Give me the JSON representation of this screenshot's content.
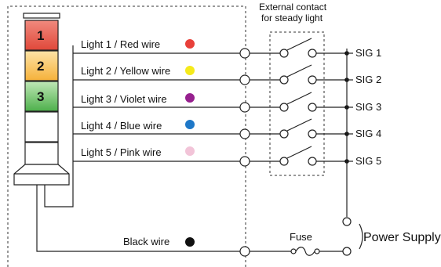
{
  "header": {
    "external_contact_line1": "External contact",
    "external_contact_line2": "for steady light"
  },
  "tower": {
    "tiers": [
      {
        "label": "1",
        "color_top": "#f08a7e",
        "color_bottom": "#e0483a"
      },
      {
        "label": "2",
        "color_top": "#fde3a6",
        "color_bottom": "#f5b13a"
      },
      {
        "label": "3",
        "color_top": "#bfe7b6",
        "color_bottom": "#4db04b"
      }
    ]
  },
  "wires": [
    {
      "label": "Light 1 / Red wire",
      "color": "#e8403a",
      "signal": "SIG 1"
    },
    {
      "label": "Light 2 / Yellow wire",
      "color": "#f5ea1b",
      "signal": "SIG 2"
    },
    {
      "label": "Light 3 / Violet wire",
      "color": "#96208e",
      "signal": "SIG 3"
    },
    {
      "label": "Light 4 / Blue wire",
      "color": "#1e78c8",
      "signal": "SIG 4"
    },
    {
      "label": "Light 5 / Pink wire",
      "color": "#f2c4d8",
      "signal": "SIG 5"
    }
  ],
  "common": {
    "label": "Black wire",
    "color": "#111111"
  },
  "fuse_label": "Fuse",
  "power_supply_label": "Power Supply"
}
